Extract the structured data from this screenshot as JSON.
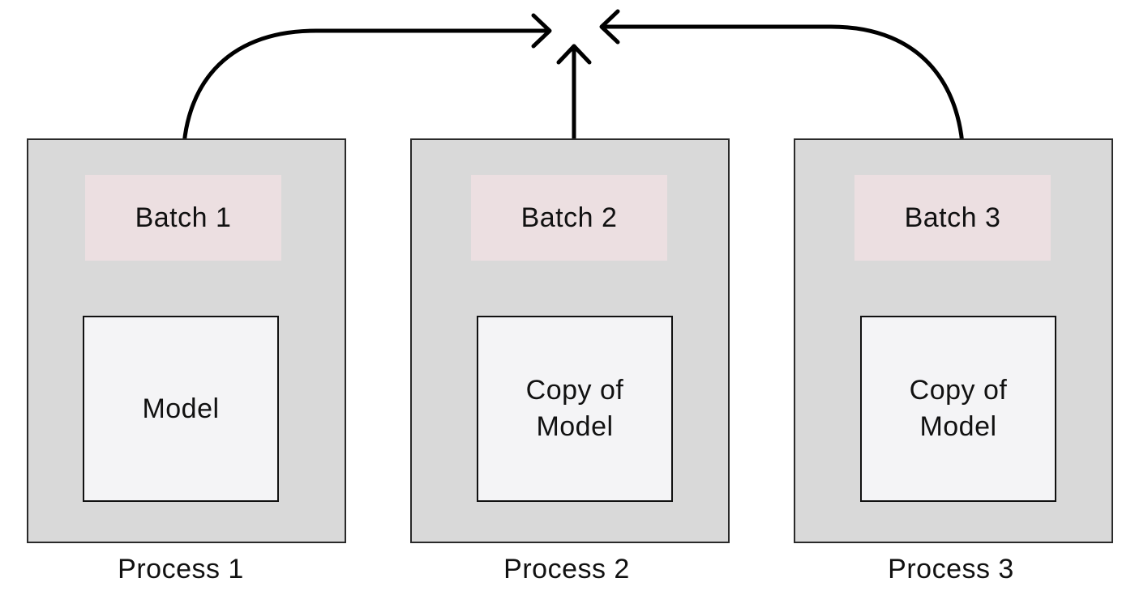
{
  "processes": [
    {
      "batch": "Batch 1",
      "model": "Model",
      "label": "Process 1"
    },
    {
      "batch": "Batch 2",
      "model": "Copy of\nModel",
      "label": "Process 2"
    },
    {
      "batch": "Batch 3",
      "model": "Copy of\nModel",
      "label": "Process 3"
    }
  ],
  "colors": {
    "process_fill": "#d9d9d9",
    "batch_fill": "#ecdfe1",
    "model_fill": "#f4f4f6",
    "stroke": "#000000"
  }
}
